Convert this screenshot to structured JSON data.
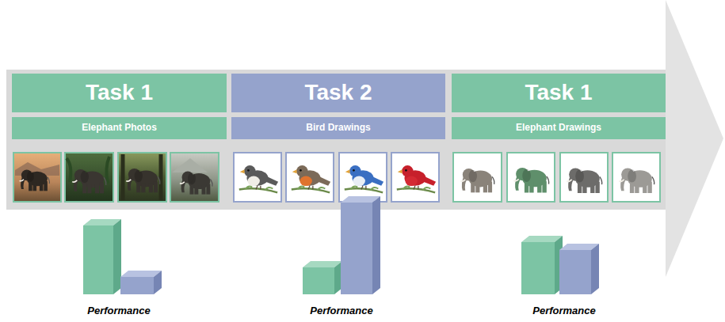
{
  "diagram": {
    "nodes": [
      {
        "text": [
          "Task 1"
        ]
      },
      {
        "text": [
          "Elephant Photos"
        ]
      },
      {
        "text": [
          "Task 2"
        ]
      },
      {
        "text": [
          "Bird Drawings"
        ]
      },
      {
        "text": [
          "Task 1"
        ]
      },
      {
        "text": [
          "Elephant Drawings"
        ]
      }
    ],
    "labels": [
      "Performance",
      "Performance",
      "Performance"
    ]
  }
}
